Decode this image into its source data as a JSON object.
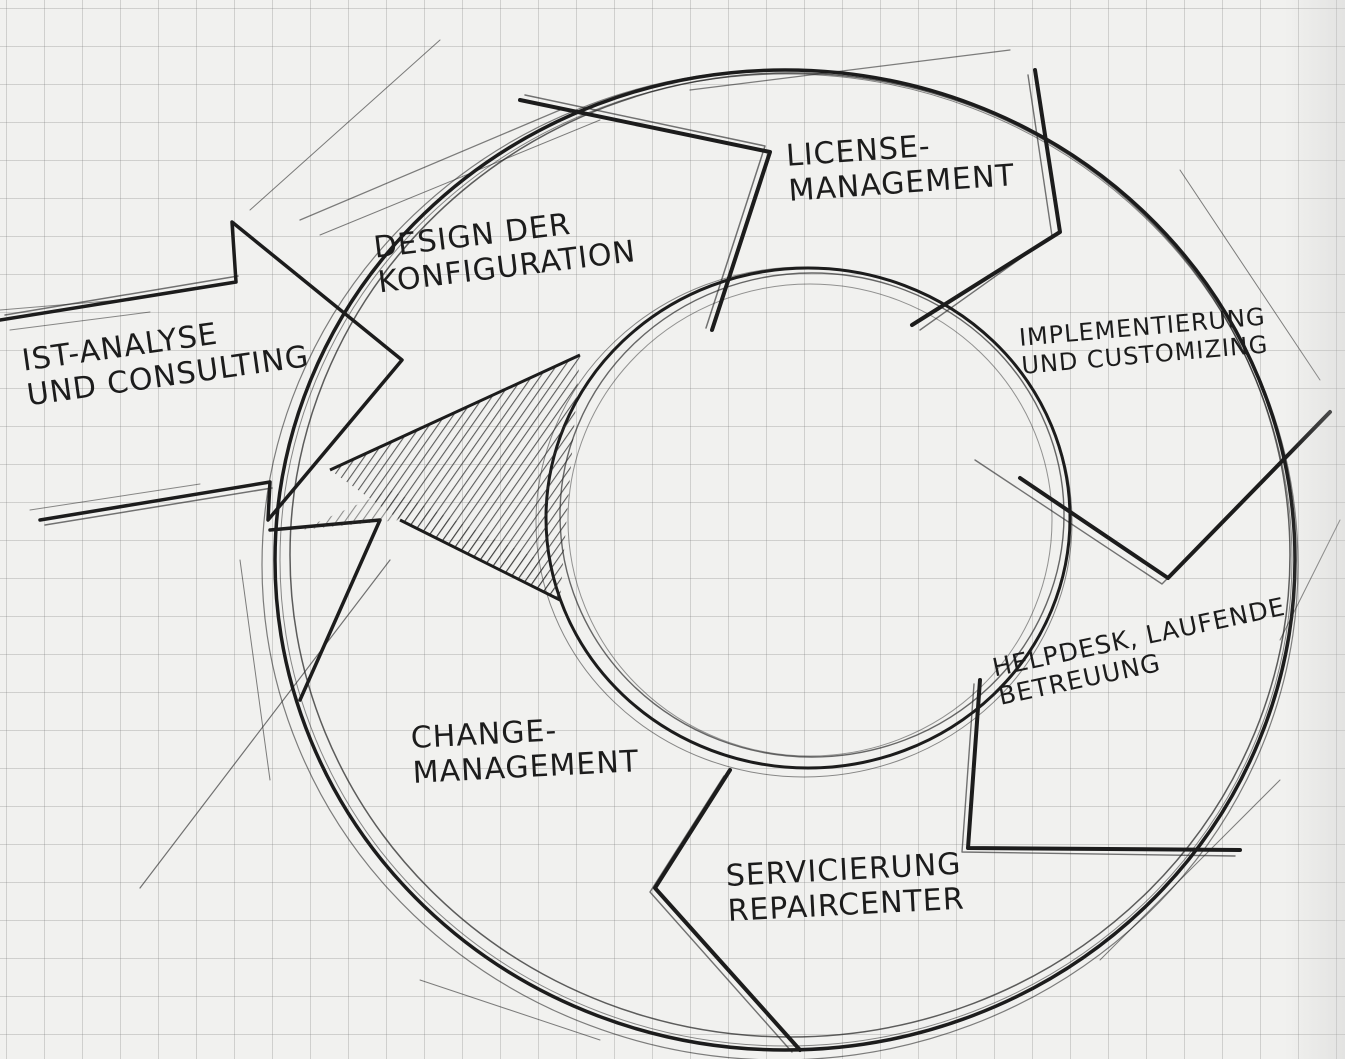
{
  "diagram": {
    "labels": {
      "ist_analyse": [
        "IST-ANALYSE",
        "UND CONSULTING"
      ],
      "design": [
        "DESIGN DER",
        "KONFIGURATION"
      ],
      "license": [
        "LICENSE-",
        "MANAGEMENT"
      ],
      "implementierung": [
        "IMPLEMENTIERUNG",
        "UND CUSTOMIZING"
      ],
      "helpdesk": [
        "HELPDESK, LAUFENDE",
        "BETREUUNG"
      ],
      "change": [
        "CHANGE-",
        "MANAGEMENT"
      ],
      "servicierung": [
        "SERVICIERUNG",
        "REPAIRCENTER"
      ]
    },
    "colors": {
      "ink": "#1c1c1c",
      "paper": "#f1f1ef",
      "grid": "#9a9a9a"
    }
  }
}
